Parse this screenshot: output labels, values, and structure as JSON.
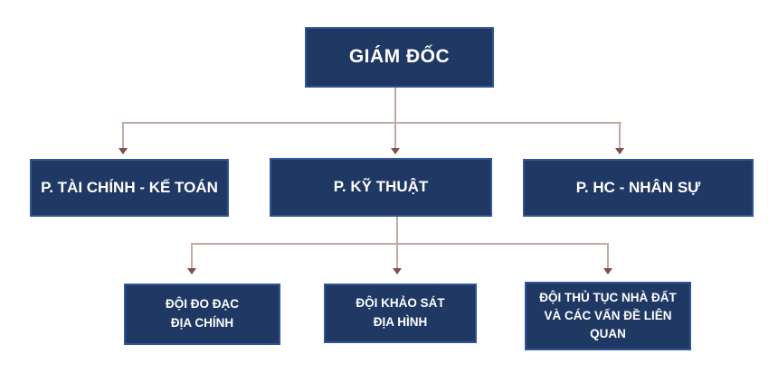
{
  "diagram": {
    "type": "org-chart",
    "nodes": {
      "root": {
        "label": "GIÁM ĐỐC"
      },
      "departments": [
        {
          "label": "P. TÀI CHÍNH - KẾ TOÁN",
          "parent": "GIÁM ĐỐC"
        },
        {
          "label": "P. KỸ THUẬT",
          "parent": "GIÁM ĐỐC"
        },
        {
          "label": "P. HC - NHÂN SỰ",
          "parent": "GIÁM ĐỐC"
        }
      ],
      "teams": [
        {
          "lines": [
            "ĐỘI ĐO ĐẠC",
            "ĐỊA CHÍNH"
          ],
          "parent": "P. KỸ THUẬT"
        },
        {
          "lines": [
            "ĐỘI KHẢO SÁT",
            "ĐỊA HÌNH"
          ],
          "parent": "P. KỸ THUẬT"
        },
        {
          "lines": [
            "ĐỘI THỦ TỤC NHÀ ĐẤT",
            "VÀ CÁC VẤN ĐỀ LIÊN",
            "QUAN"
          ],
          "parent": "P. KỸ THUẬT"
        }
      ]
    },
    "colors": {
      "box_fill": "#1F3864",
      "box_border": "#2F5597",
      "text": "#FFFFFF",
      "line": "#C2AAA4",
      "arrow": "#7B514C",
      "background": "#FFFFFF"
    }
  }
}
